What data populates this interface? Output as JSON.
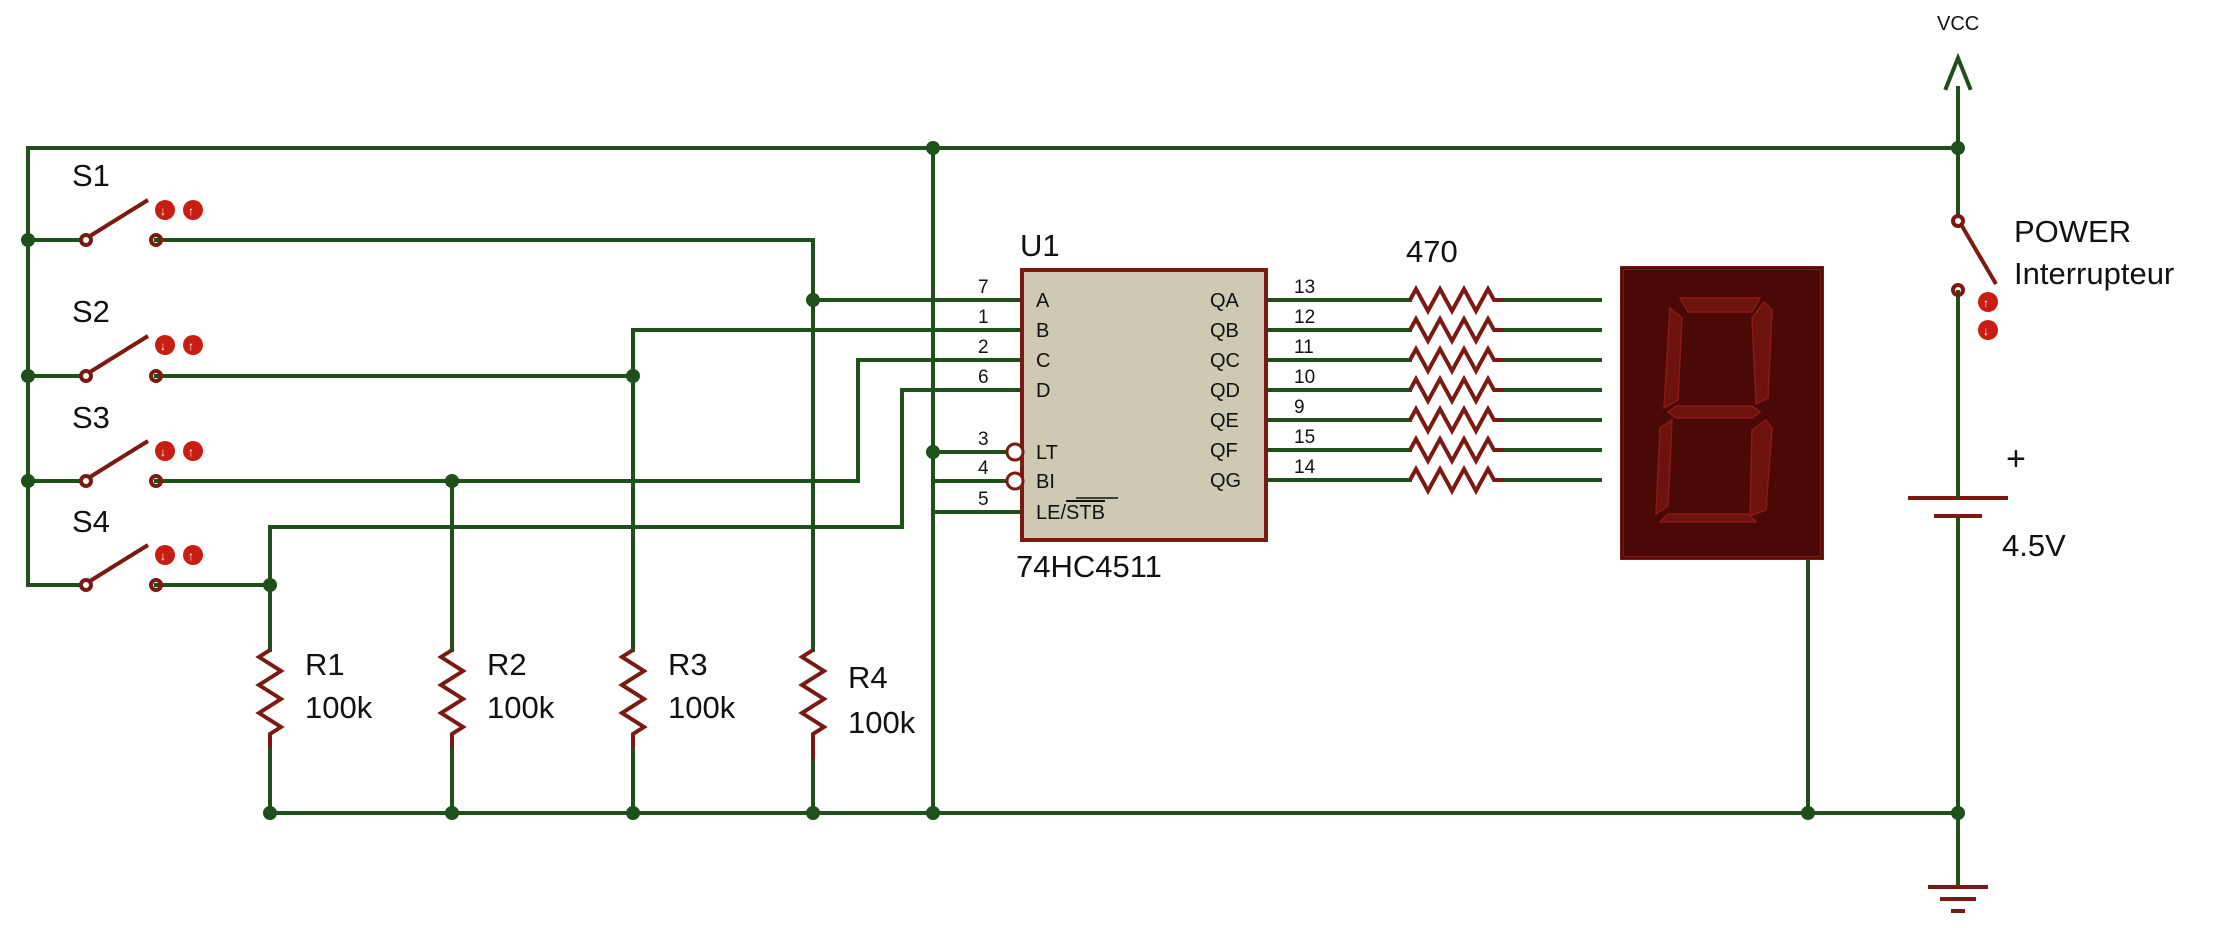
{
  "supply": {
    "vcc_label": "VCC"
  },
  "switches": [
    {
      "ref": "S1"
    },
    {
      "ref": "S2"
    },
    {
      "ref": "S3"
    },
    {
      "ref": "S4"
    }
  ],
  "resistors": [
    {
      "ref": "R1",
      "value": "100k"
    },
    {
      "ref": "R2",
      "value": "100k"
    },
    {
      "ref": "R3",
      "value": "100k"
    },
    {
      "ref": "R4",
      "value": "100k"
    }
  ],
  "ic": {
    "ref": "U1",
    "part": "74HC4511",
    "left_pins": [
      {
        "num": "7",
        "name": "A"
      },
      {
        "num": "1",
        "name": "B"
      },
      {
        "num": "2",
        "name": "C"
      },
      {
        "num": "6",
        "name": "D"
      },
      {
        "num": "3",
        "name": "LT"
      },
      {
        "num": "4",
        "name": "BI"
      },
      {
        "num": "5",
        "name": "LE/",
        "name_overbar": "STB"
      }
    ],
    "right_pins": [
      {
        "num": "13",
        "name": "QA"
      },
      {
        "num": "12",
        "name": "QB"
      },
      {
        "num": "11",
        "name": "QC"
      },
      {
        "num": "10",
        "name": "QD"
      },
      {
        "num": "9",
        "name": "QE"
      },
      {
        "num": "15",
        "name": "QF"
      },
      {
        "num": "14",
        "name": "QG"
      }
    ]
  },
  "segment_resistors": {
    "value": "470"
  },
  "power_switch": {
    "ref": "POWER",
    "name": "Interrupteur"
  },
  "battery": {
    "polarity": "+",
    "value": "4.5V"
  },
  "toggle_buttons": {
    "down": "↓",
    "up": "↑"
  },
  "colors": {
    "wire": "#1f4f1a",
    "component": "#7a1a12",
    "ic_body": "#cdc9b2",
    "display_body": "#4a0806",
    "segment_off": "#6e1210",
    "toggle_button": "#c81e12"
  }
}
